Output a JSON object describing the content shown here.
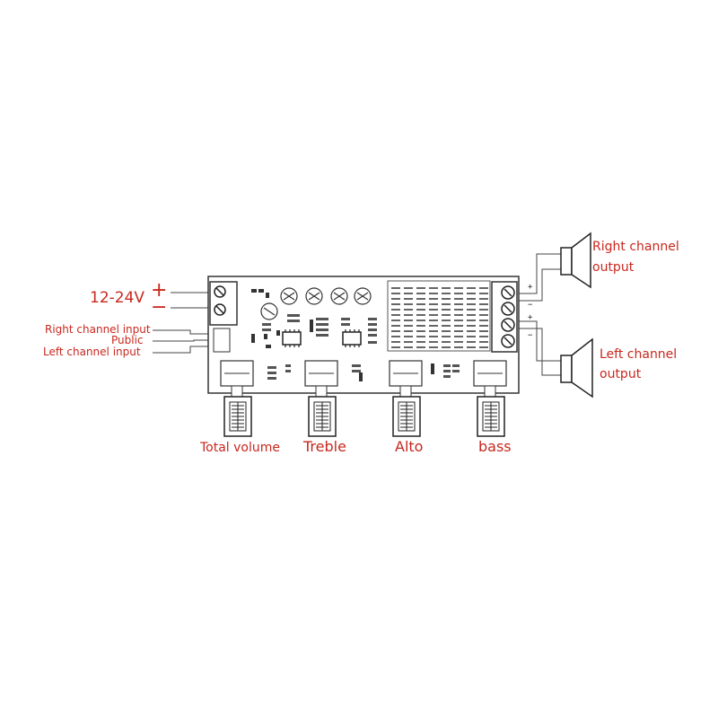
{
  "power": {
    "voltage": "12-24V",
    "plus": "+",
    "minus": "−"
  },
  "inputs": {
    "right": "Right channel input",
    "common": "Public",
    "left": "Left channel input"
  },
  "outputs": {
    "right": [
      "Right channel",
      "output"
    ],
    "left": [
      "Left channel",
      "output"
    ],
    "terminal_signs": [
      "+",
      "−",
      "+",
      "−"
    ]
  },
  "knobs": [
    "Total volume",
    "Treble",
    "Alto",
    "bass"
  ],
  "colors": {
    "label": "#c8281e",
    "line": "#333333"
  }
}
